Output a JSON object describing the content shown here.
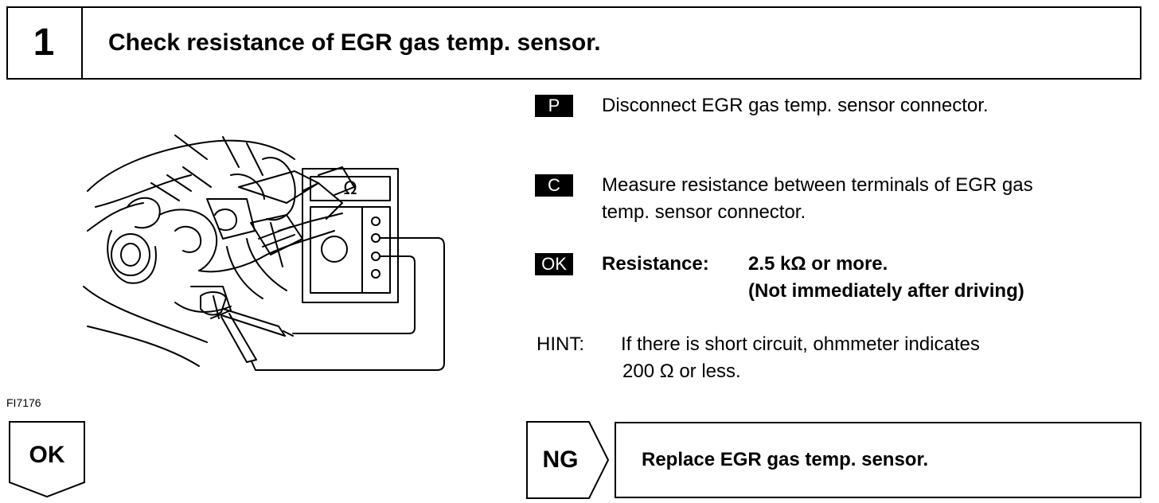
{
  "step": {
    "number": "1",
    "title": "Check resistance of EGR gas temp. sensor."
  },
  "instructions": {
    "prepare": {
      "tag": "P",
      "text": "Disconnect EGR gas temp. sensor connector."
    },
    "check": {
      "tag": "C",
      "line1": "Measure resistance between terminals of EGR gas",
      "line2": "temp. sensor connector."
    },
    "ok": {
      "tag": "OK",
      "label": "Resistance:",
      "value1": "2.5 kΩ or more.",
      "value2": "(Not immediately after driving)"
    },
    "hint": {
      "label": "HINT:",
      "line1": "If there is short circuit, ohmmeter indicates",
      "line2": "200 Ω or less."
    }
  },
  "figure": {
    "id": "FI7176",
    "meter_symbol": "Ω"
  },
  "results": {
    "ok_label": "OK",
    "ng_label": "NG",
    "ng_action": "Replace EGR gas temp. sensor."
  }
}
